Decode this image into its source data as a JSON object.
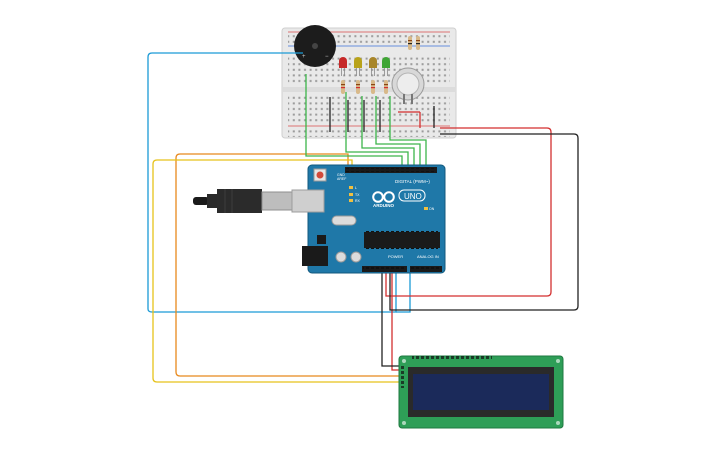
{
  "arduino": {
    "model": "UNO",
    "brand": "ARDUINO",
    "digital_label": "DIGITAL (PWM~)",
    "power_label": "POWER",
    "analog_label": "ANALOG IN",
    "on_label": "ON",
    "tx_label": "TX",
    "rx_label": "RX",
    "l_label": "L",
    "aref_label": "AREF",
    "gnd_label": "GND"
  },
  "buzzer": {
    "plus": "+",
    "minus": "−"
  },
  "leds": [
    {
      "color": "#c62828"
    },
    {
      "color": "#b8a21a"
    },
    {
      "color": "#a8862a"
    },
    {
      "color": "#3fa535"
    }
  ],
  "wires": {
    "blue": "#1b9ad6",
    "green": "#3cb54a",
    "orange": "#e8891c",
    "yellow": "#e6c21a",
    "red": "#d32f2f",
    "black": "#222222"
  },
  "lcd": {
    "pcb_color": "#2e9e57",
    "screen_color": "#1b2a5a"
  }
}
